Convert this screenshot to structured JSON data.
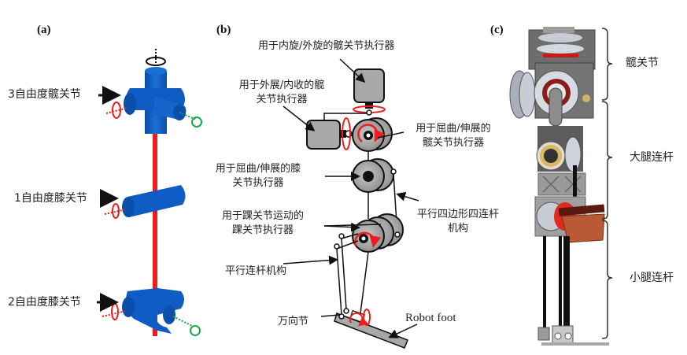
{
  "panels": {
    "a": {
      "label": "(a)",
      "joints": [
        {
          "label": "3自由度髋关节"
        },
        {
          "label": "1自由度膝关节"
        },
        {
          "label": "2自由度膝关节"
        }
      ]
    },
    "b": {
      "label": "(b)",
      "annotations": {
        "hip_rotation": "用于内旋/外旋的髋关节执行器",
        "hip_abduction_l1": "用于外展/内收的髋",
        "hip_abduction_l2": "关节执行器",
        "hip_flexion_l1": "用于屈曲/伸展的",
        "hip_flexion_l2": "髋关节执行器",
        "knee_flexion_l1": "用于屈曲/伸展的膝",
        "knee_flexion_l2": "关节执行器",
        "four_bar_l1": "平行四边形四连杆",
        "four_bar_l2": "机构",
        "ankle_l1": "用于踝关节运动的",
        "ankle_l2": "踝关节执行器",
        "parallel_link": "平行连杆机构",
        "universal_joint": "万向节",
        "robot_foot": "Robot foot"
      }
    },
    "c": {
      "label": "(c)",
      "sections": [
        {
          "label": "髋关节"
        },
        {
          "label": "大腿连杆"
        },
        {
          "label": "小腿连杆"
        }
      ]
    }
  },
  "colors": {
    "joint_blue": "#0a5bbf",
    "link_red": "#ee1c1c",
    "axis_green": "#1aa84a",
    "actuator_gray": "#a8a8a8",
    "copper": "#b85a35"
  }
}
